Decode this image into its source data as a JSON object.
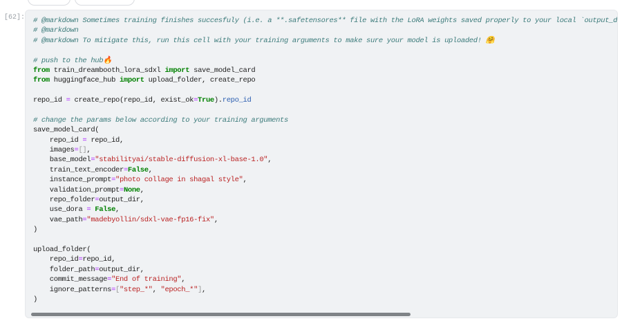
{
  "cell": {
    "prompt": "[62]:",
    "lines": [
      [
        [
          "c",
          "# @markdown Sometimes training finishes succesfuly (i.e. a **.safetensores** file with the LoRA weights saved properly to your local `output_di"
        ]
      ],
      [
        [
          "c",
          "# @markdown"
        ]
      ],
      [
        [
          "c",
          "# @markdown To mitigate this, run this cell with your training arguments to make sure your model is uploaded! 🤗"
        ]
      ],
      [],
      [
        [
          "c",
          "# push to the hub🔥"
        ]
      ],
      [
        [
          "k",
          "from"
        ],
        [
          "t",
          " train_dreambooth_lora_sdxl "
        ],
        [
          "k",
          "import"
        ],
        [
          "t",
          " save_model_card"
        ]
      ],
      [
        [
          "k",
          "from"
        ],
        [
          "t",
          " huggingface_hub "
        ],
        [
          "k",
          "import"
        ],
        [
          "t",
          " upload_folder, create_repo"
        ]
      ],
      [],
      [
        [
          "t",
          "repo_id "
        ],
        [
          "o",
          "="
        ],
        [
          "t",
          " create_repo(repo_id, exist_ok"
        ],
        [
          "o",
          "="
        ],
        [
          "k",
          "True"
        ],
        [
          "t",
          ")."
        ],
        [
          "a",
          "repo_id"
        ]
      ],
      [],
      [
        [
          "c",
          "# change the params below according to your training arguments"
        ]
      ],
      [
        [
          "t",
          "save_model_card("
        ]
      ],
      [
        [
          "t",
          "    repo_id "
        ],
        [
          "o",
          "="
        ],
        [
          "t",
          " repo_id,"
        ]
      ],
      [
        [
          "t",
          "    images"
        ],
        [
          "o",
          "="
        ],
        [
          "b",
          "[]"
        ],
        [
          "t",
          ","
        ]
      ],
      [
        [
          "t",
          "    base_model"
        ],
        [
          "o",
          "="
        ],
        [
          "s",
          "\"stabilityai/stable-diffusion-xl-base-1.0\""
        ],
        [
          "t",
          ","
        ]
      ],
      [
        [
          "t",
          "    train_text_encoder"
        ],
        [
          "o",
          "="
        ],
        [
          "k",
          "False"
        ],
        [
          "t",
          ","
        ]
      ],
      [
        [
          "t",
          "    instance_prompt"
        ],
        [
          "o",
          "="
        ],
        [
          "s",
          "\"photo collage in shagal style\""
        ],
        [
          "t",
          ","
        ]
      ],
      [
        [
          "t",
          "    validation_prompt"
        ],
        [
          "o",
          "="
        ],
        [
          "k",
          "None"
        ],
        [
          "t",
          ","
        ]
      ],
      [
        [
          "t",
          "    repo_folder"
        ],
        [
          "o",
          "="
        ],
        [
          "t",
          "output_dir,"
        ]
      ],
      [
        [
          "t",
          "    use_dora "
        ],
        [
          "o",
          "="
        ],
        [
          "t",
          " "
        ],
        [
          "k",
          "False"
        ],
        [
          "t",
          ","
        ]
      ],
      [
        [
          "t",
          "    vae_path"
        ],
        [
          "o",
          "="
        ],
        [
          "s",
          "\"madebyollin/sdxl-vae-fp16-fix\""
        ],
        [
          "t",
          ","
        ]
      ],
      [
        [
          "t",
          ")"
        ]
      ],
      [],
      [
        [
          "t",
          "upload_folder("
        ]
      ],
      [
        [
          "t",
          "    repo_id"
        ],
        [
          "o",
          "="
        ],
        [
          "t",
          "repo_id,"
        ]
      ],
      [
        [
          "t",
          "    folder_path"
        ],
        [
          "o",
          "="
        ],
        [
          "t",
          "output_dir,"
        ]
      ],
      [
        [
          "t",
          "    commit_message"
        ],
        [
          "o",
          "="
        ],
        [
          "s",
          "\"End of training\""
        ],
        [
          "t",
          ","
        ]
      ],
      [
        [
          "t",
          "    ignore_patterns"
        ],
        [
          "o",
          "="
        ],
        [
          "b",
          "["
        ],
        [
          "s",
          "\"step_*\""
        ],
        [
          "t",
          ", "
        ],
        [
          "s",
          "\"epoch_*\""
        ],
        [
          "b",
          "]"
        ],
        [
          "t",
          ","
        ]
      ],
      [
        [
          "t",
          ")"
        ]
      ]
    ]
  }
}
